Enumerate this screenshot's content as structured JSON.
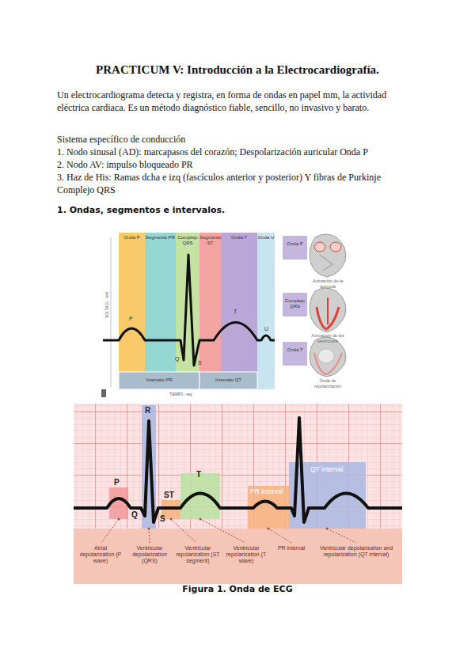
{
  "diagram": {
    "title": "PRACTICUM V: Introducción a la Electrocardiografía.",
    "caption": "Figura 1. Onda de ECG",
    "nodes": [
      {
        "text": [
          "Onda P"
        ]
      },
      {
        "text": [
          "Segmento PR"
        ]
      },
      {
        "text": [
          "Complejo QRS"
        ]
      },
      {
        "text": [
          "Segmento ST"
        ]
      },
      {
        "text": [
          "Onda T"
        ]
      },
      {
        "text": [
          "Onda U"
        ]
      },
      {
        "text": [
          "Intervalo PR"
        ]
      },
      {
        "text": [
          "Intervalo QT"
        ]
      },
      {
        "text": [
          "Onda P"
        ]
      },
      {
        "text": [
          "Complejo QRS"
        ]
      },
      {
        "text": [
          "Onda T"
        ]
      }
    ],
    "labels": [
      "Un electrocardiograma detecta y registra, en forma de ondas en papel mm, la actividad eléctrica cardiaca. Es un método diagnóstico fiable, sencillo, no invasivo y barato.",
      "Sistema específico de conducción",
      "1. Nodo sinusal (AD): marcapasos del corazón; Despolarización auricular Onda P",
      "2. Nodo AV: impulso bloqueado PR",
      "3. Haz de His: Ramas dcha e izq (fascículos anterior y posterior) Y fibras de Purkinje Complejo QRS",
      "1. Ondas, segmentos e intervalos.",
      "VOLTAJE - mV",
      "P",
      "Q",
      "S",
      "T",
      "U",
      "Activación de la aurícula",
      "Activación de los ventrículos",
      "Onda de repolarización",
      "TIEMPO - seg",
      "P",
      "R",
      "Q",
      "S",
      "ST",
      "T",
      "PR interval",
      "QT interval",
      "Atrial depolarization (P wave)",
      "Ventricular depolarization (QRS)",
      "Ventricular repolarization (ST segment)",
      "Ventricular repolarization (T wave)",
      "PR interval",
      "Ventricular depolarization and repolarization (QT interval)"
    ]
  }
}
